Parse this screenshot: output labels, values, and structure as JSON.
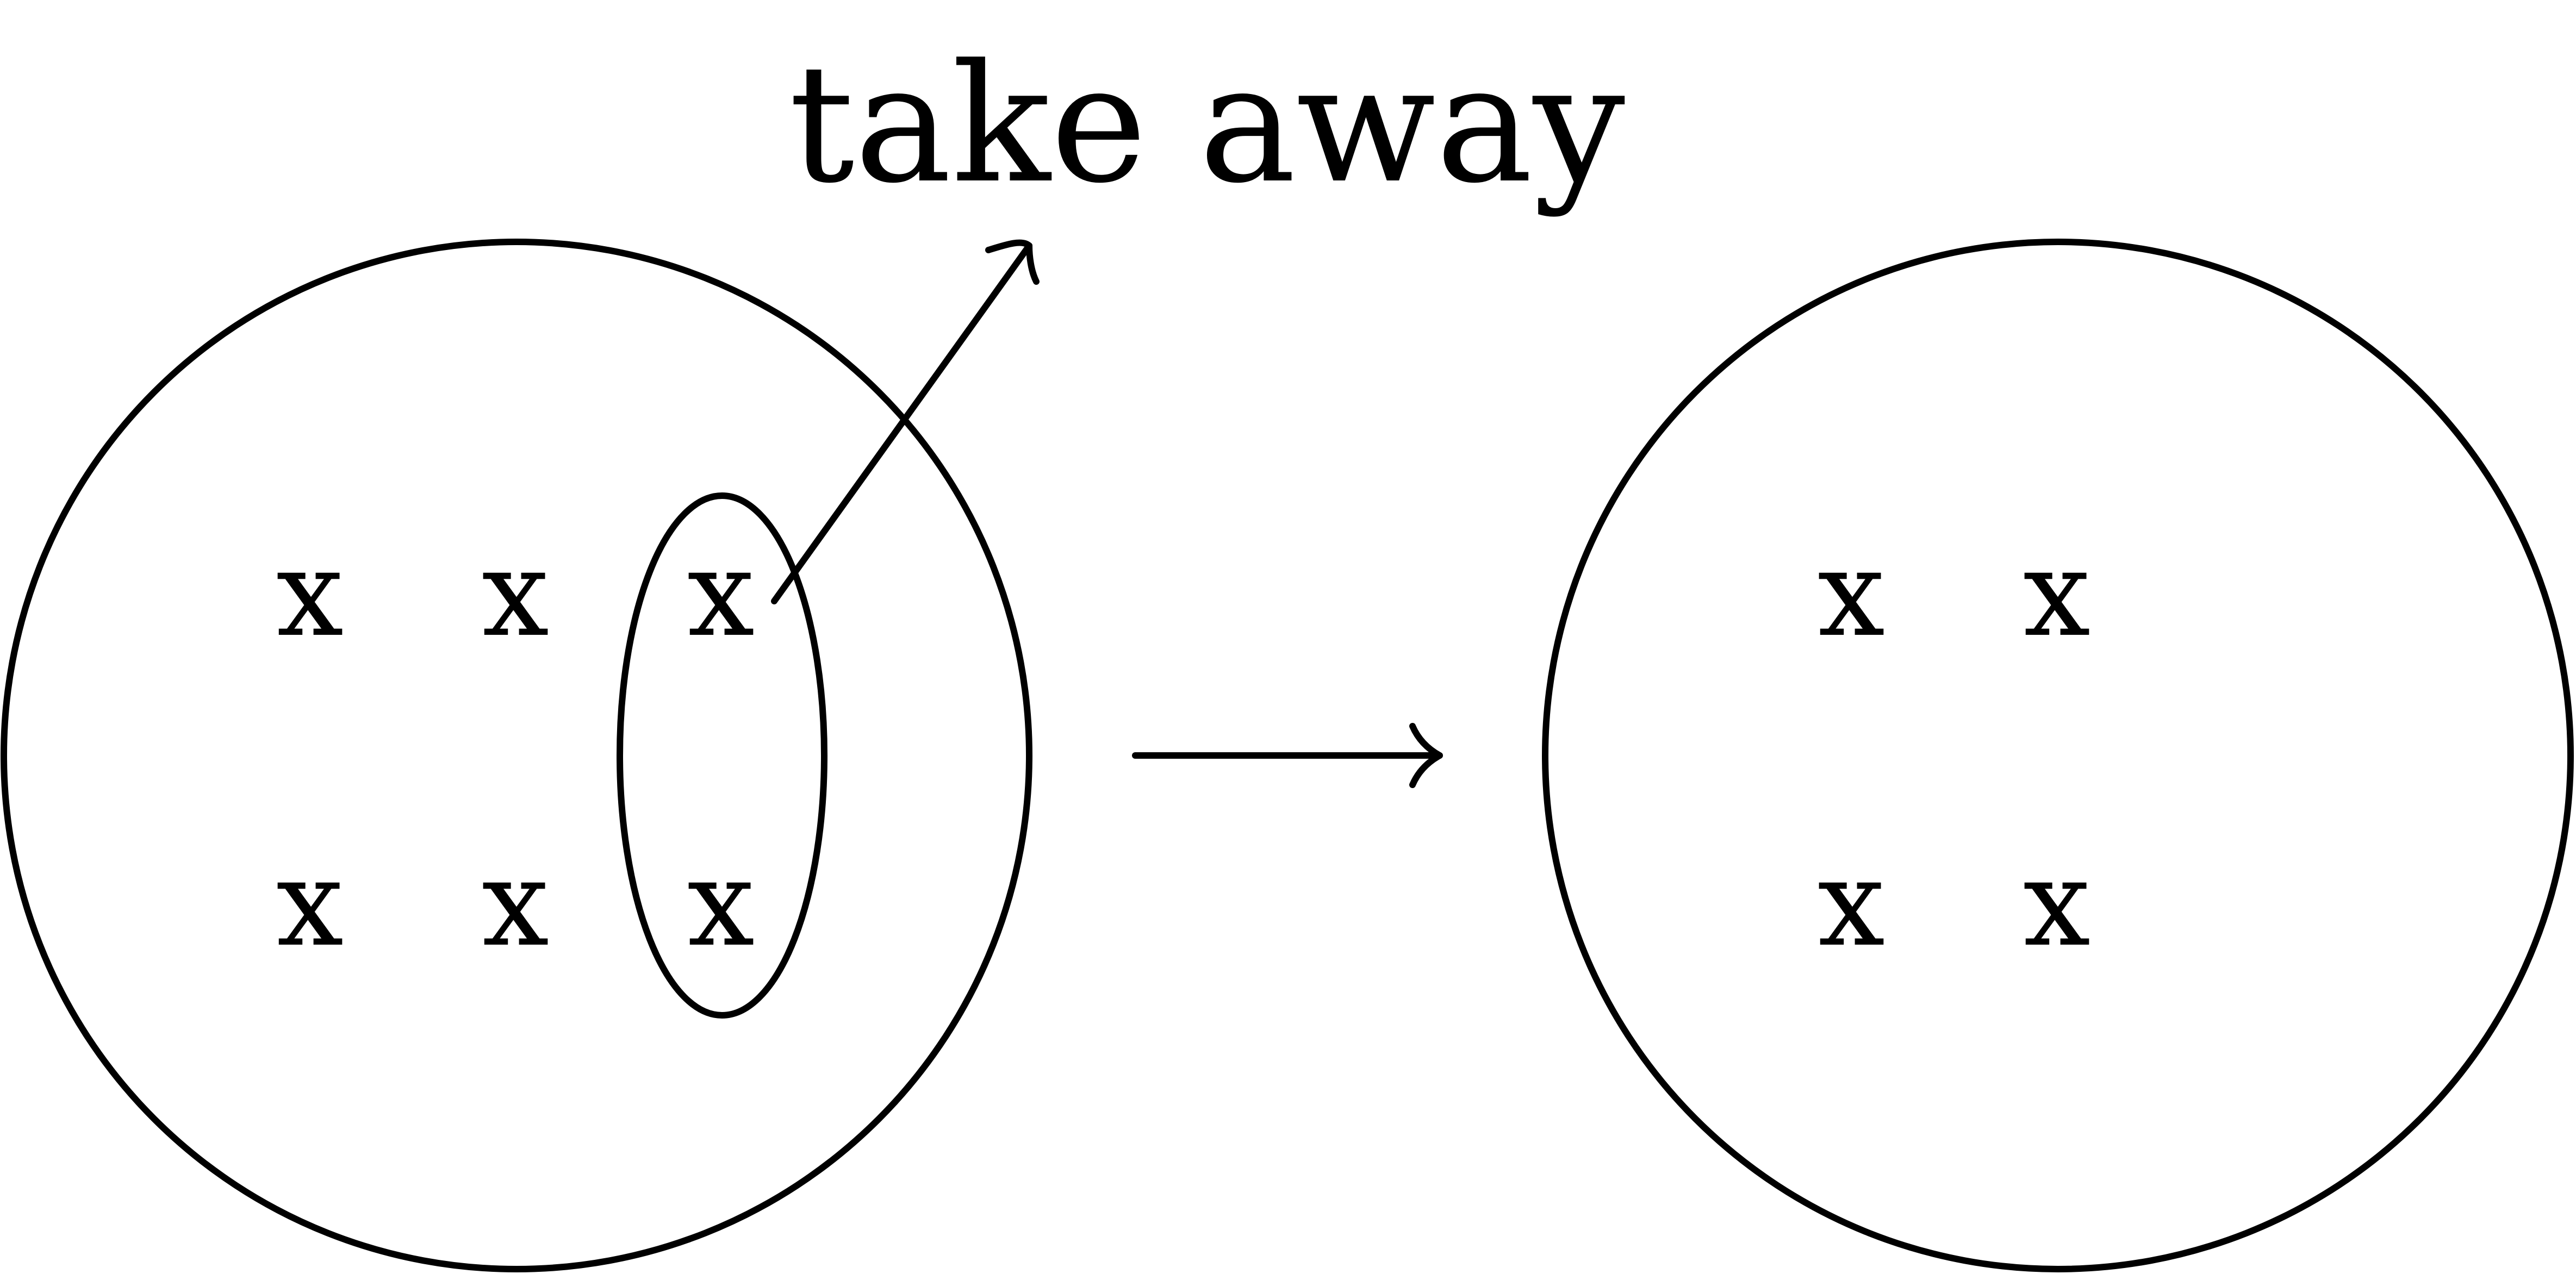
{
  "caption": "take away",
  "set_before": {
    "rows": [
      [
        "x",
        "x",
        "x"
      ],
      [
        "x",
        "x",
        "x"
      ]
    ],
    "removed_column": 3
  },
  "set_after": {
    "rows": [
      [
        "x",
        "x"
      ],
      [
        "x",
        "x"
      ]
    ]
  },
  "colors": {
    "ink": "#000000",
    "background": "#ffffff"
  }
}
